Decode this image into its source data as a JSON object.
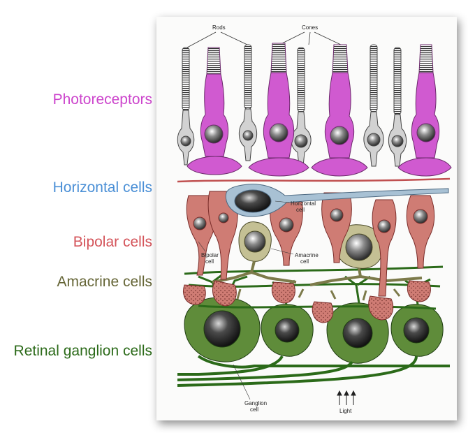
{
  "labels": {
    "photoreceptors": "Photoreceptors",
    "horizontal": "Horizontal cells",
    "bipolar": "Bipolar cells",
    "amacrine": "Amacrine cells",
    "ganglion": "Retinal ganglion cells"
  },
  "figure": {
    "rods": "Rods",
    "cones": "Cones",
    "horizontal_cell_1": "Horizontal",
    "horizontal_cell_2": "cell",
    "bipolar_cell_1": "Bipolar",
    "bipolar_cell_2": "cell",
    "amacrine_cell_1": "Amacrine",
    "amacrine_cell_2": "cell",
    "ganglion_cell_1": "Ganglion",
    "ganglion_cell_2": "cell",
    "light": "Light"
  },
  "colors": {
    "photoreceptors": "#cc44cc",
    "horizontal": "#4a8fd6",
    "bipolar": "#d4545a",
    "amacrine": "#656536",
    "ganglion": "#2b6a19",
    "cone_fill": "#d05ad0",
    "horizontal_fill": "#a8c1d4",
    "bipolar_fill": "#cf7c74",
    "amacrine_fill": "#c4c094",
    "ganglion_fill": "#5f8c3a"
  }
}
